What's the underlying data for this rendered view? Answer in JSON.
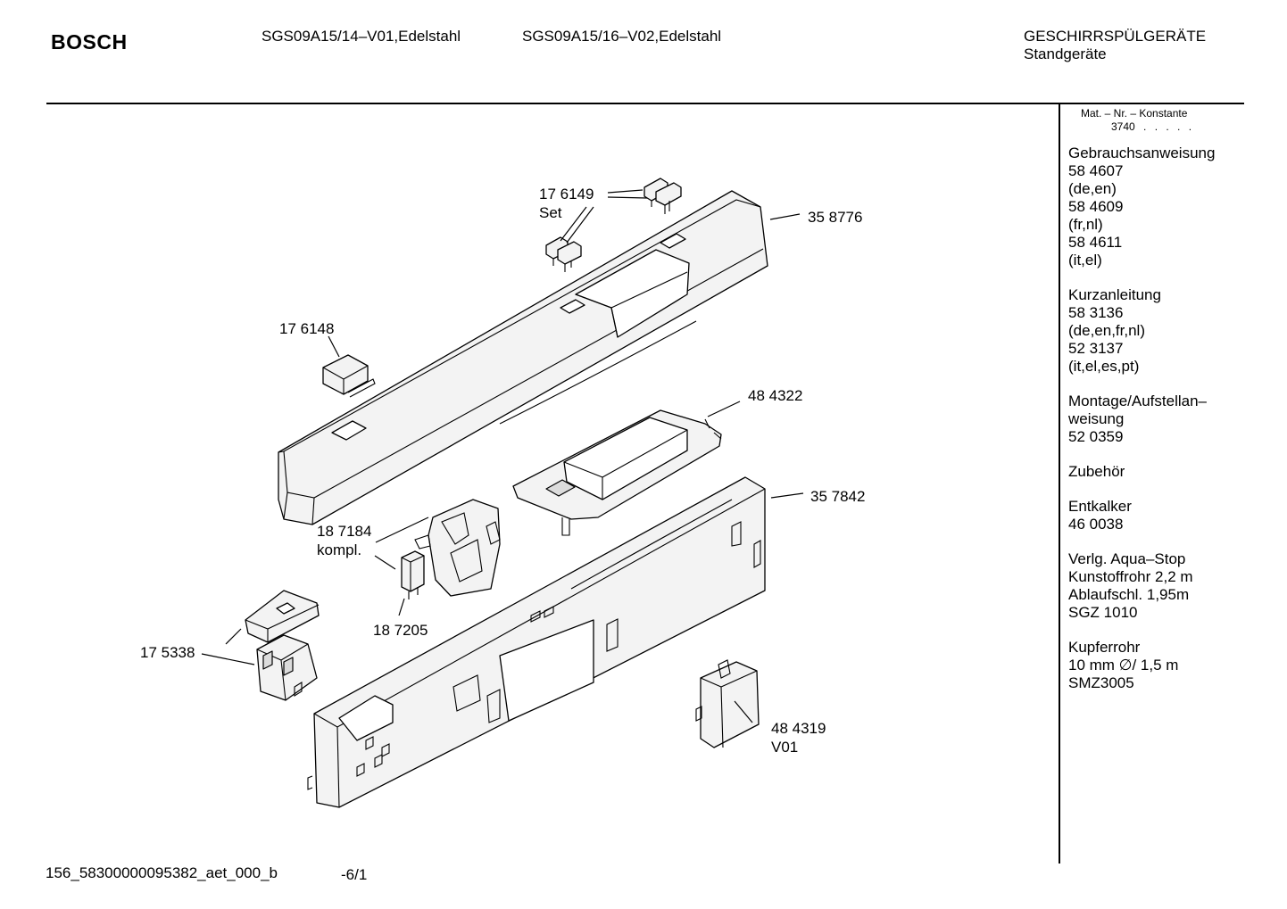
{
  "header": {
    "brand": "BOSCH",
    "models": [
      "SGS09A15/14–V01,Edelstahl",
      "SGS09A15/16–V02,Edelstahl"
    ],
    "category": "GESCHIRRSPÜLGERÄTE",
    "subcategory": "Standgeräte"
  },
  "sidebar": {
    "mat_label": "Mat. – Nr. – Konstante",
    "mat_value": "3740",
    "mat_dots": ". . . . .",
    "groups": [
      {
        "lines": [
          "Gebrauchsanweisung",
          "58 4607",
          "(de,en)",
          "58 4609",
          "(fr,nl)",
          "58 4611",
          "(it,el)"
        ]
      },
      {
        "lines": [
          "Kurzanleitung",
          "58 3136",
          "(de,en,fr,nl)",
          "52 3137",
          "(it,el,es,pt)"
        ]
      },
      {
        "lines": [
          "Montage/Aufstellan–",
          "weisung",
          "52 0359"
        ]
      },
      {
        "lines": [
          "Zubehör"
        ]
      },
      {
        "lines": [
          "Entkalker",
          "46 0038"
        ]
      },
      {
        "lines": [
          "Verlg. Aqua–Stop",
          "Kunstoffrohr 2,2 m",
          "Ablaufschl. 1,95m",
          "SGZ 1010"
        ]
      },
      {
        "lines": [
          "Kupferrohr",
          "10 mm ∅/ 1,5 m",
          "SMZ3005"
        ]
      }
    ]
  },
  "parts": {
    "p176149": {
      "number": "17 6149",
      "note": "Set"
    },
    "p358776": {
      "number": "35 8776"
    },
    "p176148": {
      "number": "17 6148"
    },
    "p484322": {
      "number": "48 4322"
    },
    "p357842": {
      "number": "35 7842"
    },
    "p187184": {
      "number": "18 7184",
      "note": "kompl."
    },
    "p187205": {
      "number": "18 7205"
    },
    "p175338": {
      "number": "17 5338"
    },
    "p484319": {
      "number": "48 4319",
      "note": "V01"
    }
  },
  "footer": {
    "drawing_id": "156_58300000095382_aet_000_b",
    "page": "-6/1"
  }
}
